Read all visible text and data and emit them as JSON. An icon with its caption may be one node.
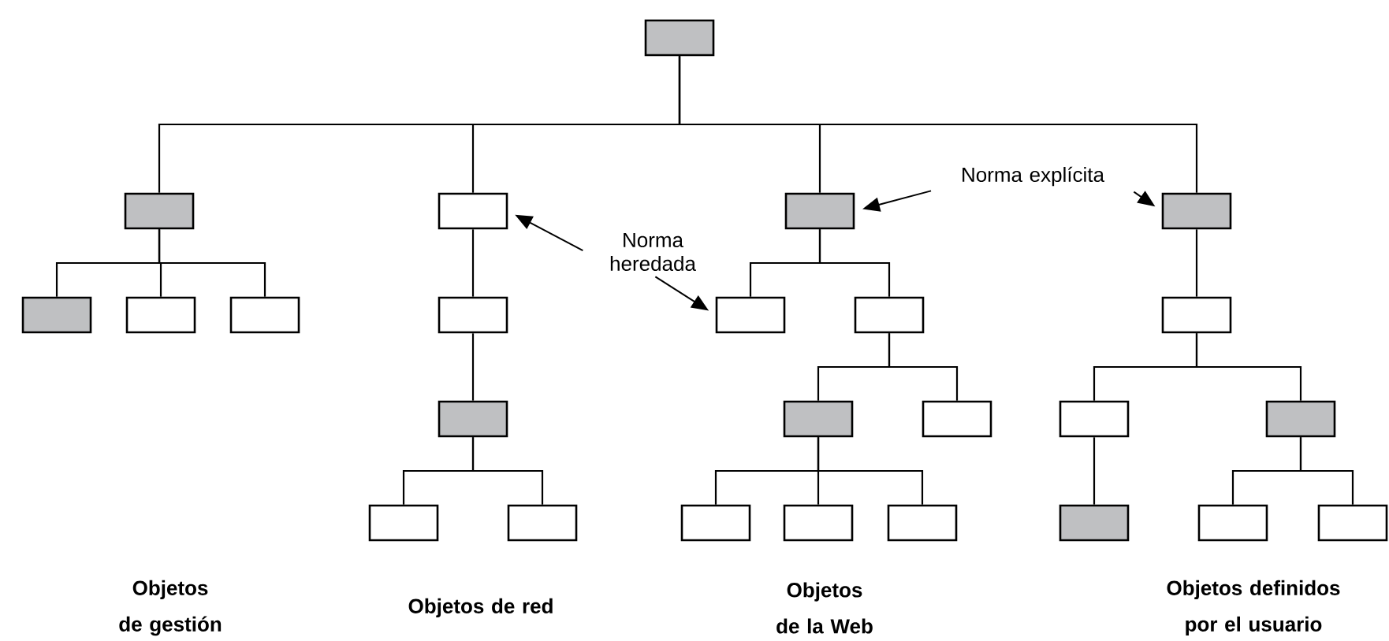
{
  "diagram": {
    "nodes": [
      {
        "text": [],
        "shape": "box"
      },
      {
        "text": [],
        "shape": "box"
      },
      {
        "text": [],
        "shape": "box"
      },
      {
        "text": [],
        "shape": "box"
      },
      {
        "text": [],
        "shape": "box"
      },
      {
        "text": [],
        "shape": "box"
      },
      {
        "text": [],
        "shape": "box"
      },
      {
        "text": [],
        "shape": "box"
      },
      {
        "text": [],
        "shape": "box"
      },
      {
        "text": [],
        "shape": "box"
      },
      {
        "text": [],
        "shape": "box"
      },
      {
        "text": [],
        "shape": "box"
      },
      {
        "text": [],
        "shape": "box"
      },
      {
        "text": [],
        "shape": "box"
      },
      {
        "text": [],
        "shape": "box"
      },
      {
        "text": [],
        "shape": "box"
      },
      {
        "text": [],
        "shape": "box"
      },
      {
        "text": [],
        "shape": "box"
      },
      {
        "text": [],
        "shape": "box"
      },
      {
        "text": [],
        "shape": "box"
      },
      {
        "text": [],
        "shape": "box"
      },
      {
        "text": [],
        "shape": "box"
      },
      {
        "text": [],
        "shape": "box"
      },
      {
        "text": [],
        "shape": "box"
      },
      {
        "text": [],
        "shape": "box"
      },
      {
        "text": [
          "Norma explícita"
        ]
      },
      {
        "text": [
          "Norma heredada"
        ]
      }
    ],
    "edges": [
      {
        "from": 0,
        "to": 1,
        "arrow": "none"
      },
      {
        "from": 0,
        "to": 2,
        "arrow": "none"
      },
      {
        "from": 0,
        "to": 3,
        "arrow": "none"
      },
      {
        "from": 0,
        "to": 4,
        "arrow": "none"
      },
      {
        "from": 1,
        "to": 5,
        "arrow": "none"
      },
      {
        "from": 1,
        "to": 6,
        "arrow": "none"
      },
      {
        "from": 1,
        "to": 7,
        "arrow": "none"
      },
      {
        "from": 2,
        "to": 8,
        "arrow": "none"
      },
      {
        "from": 8,
        "to": 12,
        "arrow": "none"
      },
      {
        "from": 12,
        "to": 17,
        "arrow": "none"
      },
      {
        "from": 12,
        "to": 18,
        "arrow": "none"
      },
      {
        "from": 3,
        "to": 9,
        "arrow": "none"
      },
      {
        "from": 3,
        "to": 10,
        "arrow": "none"
      },
      {
        "from": 10,
        "to": 13,
        "arrow": "none"
      },
      {
        "from": 10,
        "to": 14,
        "arrow": "none"
      },
      {
        "from": 13,
        "to": 19,
        "arrow": "none"
      },
      {
        "from": 13,
        "to": 20,
        "arrow": "none"
      },
      {
        "from": 13,
        "to": 21,
        "arrow": "none"
      },
      {
        "from": 4,
        "to": 11,
        "arrow": "none"
      },
      {
        "from": 11,
        "to": 15,
        "arrow": "none"
      },
      {
        "from": 11,
        "to": 16,
        "arrow": "none"
      },
      {
        "from": 15,
        "to": 22,
        "arrow": "none"
      },
      {
        "from": 16,
        "to": 23,
        "arrow": "none"
      },
      {
        "from": 16,
        "to": 24,
        "arrow": "none"
      },
      {
        "from": 25,
        "to": 3,
        "arrow": "to"
      },
      {
        "from": 25,
        "to": 4,
        "arrow": "to"
      },
      {
        "from": 26,
        "to": 2,
        "arrow": "to"
      },
      {
        "from": 26,
        "to": 9,
        "arrow": "to"
      }
    ],
    "labels": [
      "Objetos de gestión",
      "Objetos de red",
      "Objetos de la Web",
      "Objetos definidos por el usuario"
    ]
  }
}
